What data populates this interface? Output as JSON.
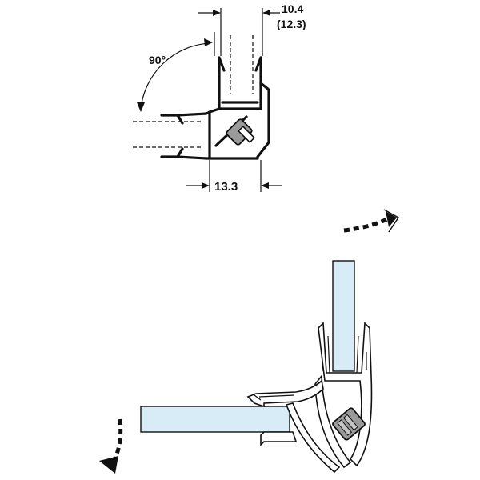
{
  "dimensions": {
    "top_width": "10.4",
    "top_width_alt": "(12.3)",
    "bottom_width": "13.3",
    "angle": "90°"
  },
  "colors": {
    "line": "#111111",
    "glass": "#d8ecf7",
    "magnet": "#9a9a9a"
  }
}
